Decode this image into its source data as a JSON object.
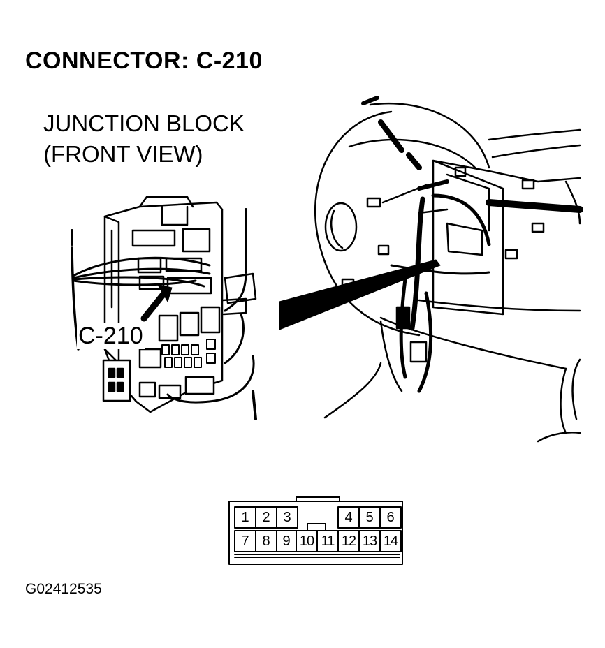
{
  "title": "CONNECTOR: C-210",
  "subtitle_line1": "JUNCTION BLOCK",
  "subtitle_line2": "(FRONT VIEW)",
  "callout_label": "C-210",
  "figure_id": "G02412535",
  "connector_pins": {
    "top_row": [
      "1",
      "2",
      "3",
      "",
      "4",
      "5",
      "6"
    ],
    "bottom_row": [
      "7",
      "8",
      "9",
      "10",
      "11",
      "12",
      "13",
      "14"
    ]
  }
}
